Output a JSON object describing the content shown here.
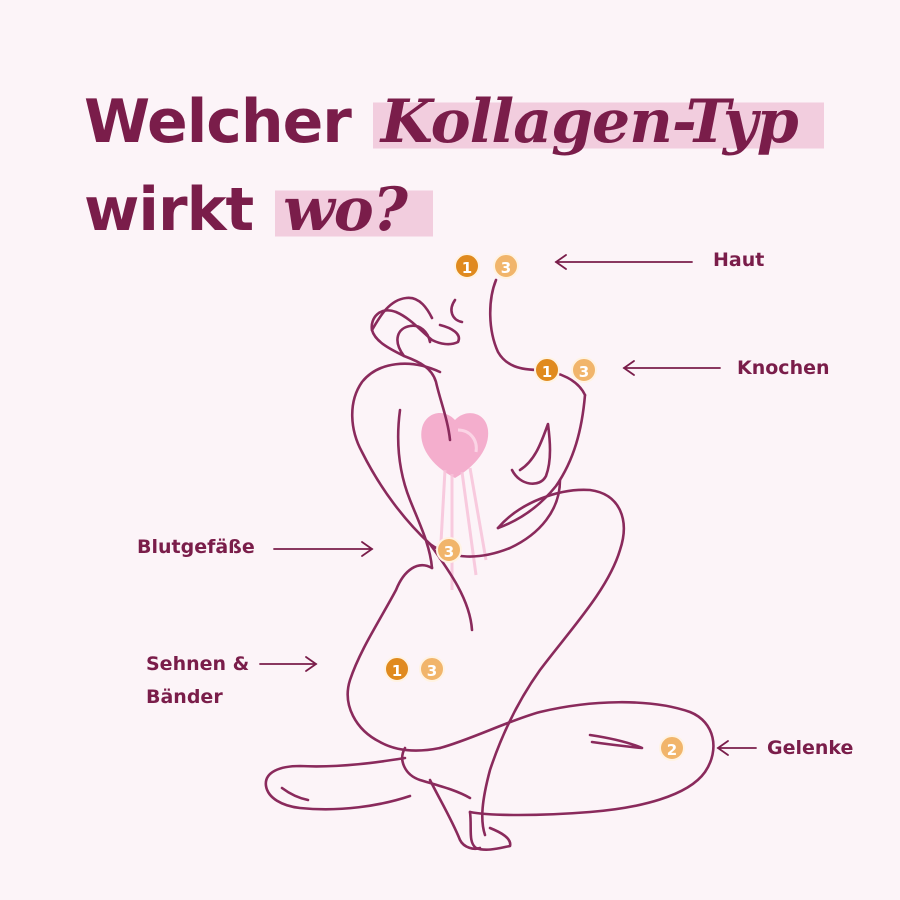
{
  "headline": {
    "line1_plain": "Welcher ",
    "line1_highlight": "Kollagen-Typ",
    "line2_plain": "wirkt ",
    "line2_highlight": "wo?"
  },
  "labels": {
    "haut": "Haut",
    "knochen": "Knochen",
    "blutgefaesse": "Blutgefäße",
    "sehnen_line1": "Sehnen &",
    "sehnen_line2": "Bänder",
    "gelenke": "Gelenke"
  },
  "markers": {
    "haut": [
      "1",
      "3"
    ],
    "knochen": [
      "1",
      "3"
    ],
    "blutgefaesse": [
      "3"
    ],
    "sehnen": [
      "1",
      "3"
    ],
    "gelenke": [
      "2"
    ]
  },
  "colors": {
    "background": "#fcf4f8",
    "text": "#7a1d4a",
    "line": "#8a2a5c",
    "highlight": "#f2cdde",
    "badge_type1": "#e08a1e",
    "badge_type3": "#f1b56b",
    "badge_type2": "#f1b56b",
    "heart": "#f3a6c8"
  }
}
